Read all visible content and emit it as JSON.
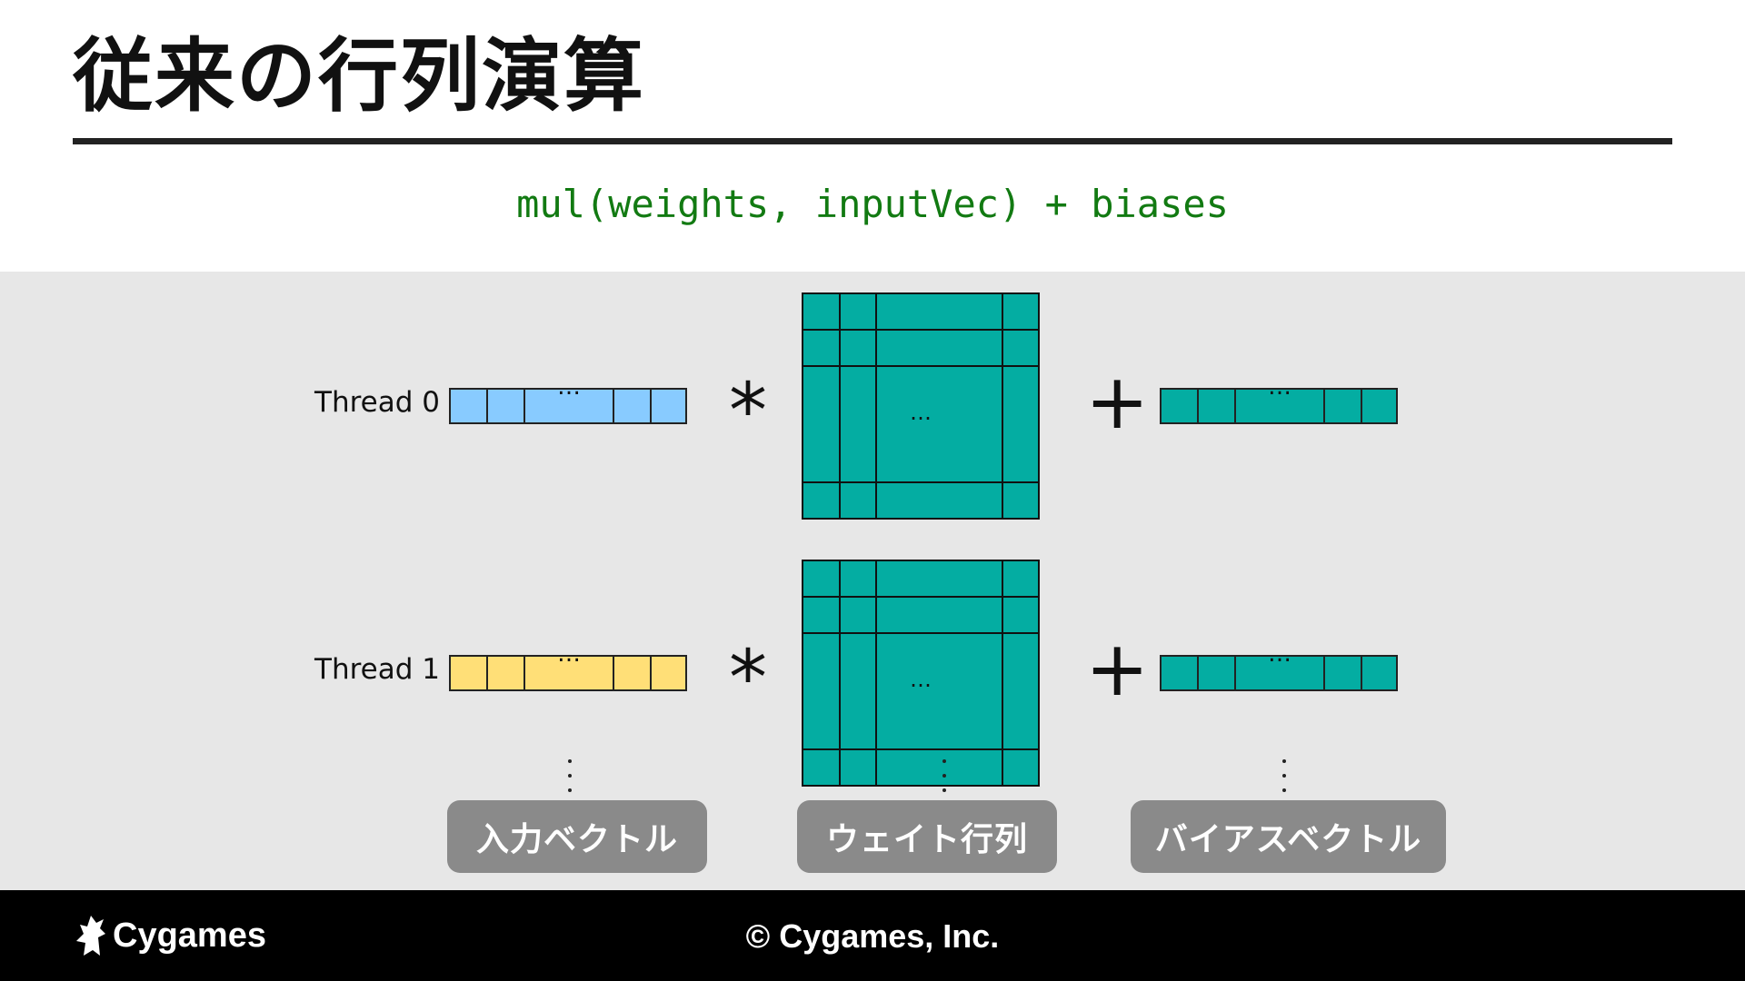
{
  "title": "従来の行列演算",
  "formula": "mul(weights, inputVec) + biases",
  "threads": [
    {
      "label": "Thread 0",
      "vector_color": "#88cbff"
    },
    {
      "label": "Thread 1",
      "vector_color": "#ffdf77"
    }
  ],
  "operators": {
    "multiply": "*",
    "add": "+"
  },
  "ellipsis": "…",
  "labels": {
    "input_vector": "入力ベクトル",
    "weight_matrix": "ウェイト行列",
    "bias_vector": "バイアスベクトル"
  },
  "footer": {
    "logo_text": "Cygames",
    "copyright": "© Cygames, Inc."
  },
  "colors": {
    "matrix": "#04ada2",
    "formula": "#127a12",
    "panel": "#e7e7e7",
    "label_box": "#8a8a8a"
  }
}
